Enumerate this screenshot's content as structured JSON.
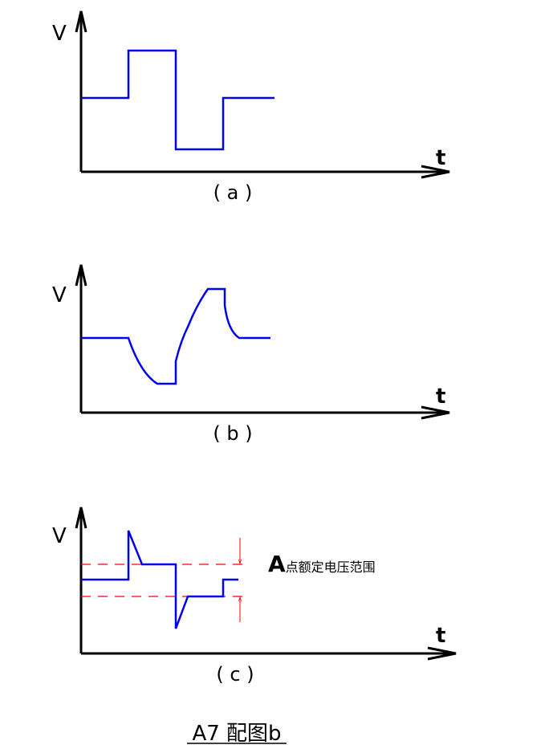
{
  "panels": [
    {
      "id": "a",
      "y_label": "V",
      "x_label": "t",
      "caption": "( a )"
    },
    {
      "id": "b",
      "y_label": "V",
      "x_label": "t",
      "caption": "( b )"
    },
    {
      "id": "c",
      "y_label": "V",
      "x_label": "t",
      "caption": "( c )",
      "annotation_prefix": "A",
      "annotation_text": "点额定电压范围"
    }
  ],
  "title": "A7 配图b",
  "colors": {
    "waveform": "#0000ee",
    "range": "#ff0000",
    "axis": "#000000"
  }
}
